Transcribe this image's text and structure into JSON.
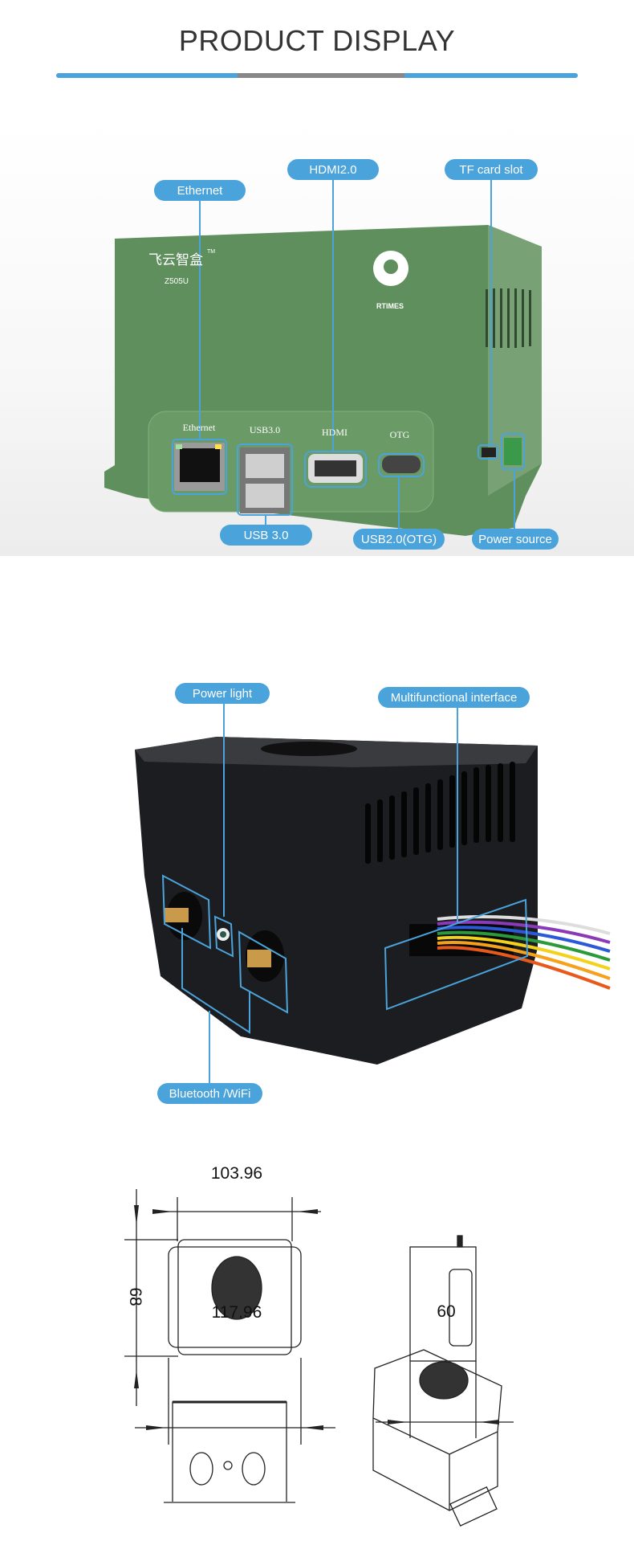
{
  "header": {
    "title": "PRODUCT DISPLAY"
  },
  "colors": {
    "accent": "#4aa3db",
    "divider_mid": "#888888",
    "case_green": "#5f8f5c",
    "case_black": "#1c1d20"
  },
  "section_front": {
    "device_brand_cn": "飞云智盒",
    "device_tm": "TM",
    "device_model": "Z505U",
    "logo_text": "RTIMES",
    "port_prints": [
      "Ethernet",
      "USB3.0",
      "HDMI",
      "OTG"
    ],
    "callouts": {
      "ethernet": "Ethernet",
      "hdmi": "HDMI2.0",
      "tf_card": "TF card slot",
      "usb3": "USB 3.0",
      "usb_otg": "USB2.0(OTG)",
      "power": "Power source"
    }
  },
  "section_rear": {
    "callouts": {
      "power_light": "Power light",
      "multifunctional": "Multifunctional interface",
      "bluetooth_wifi": "Bluetooth /WiFi"
    }
  },
  "drawings": {
    "dimensions": {
      "top_width": "103.96",
      "height": "68",
      "bottom_width": "117.96",
      "depth": "60"
    }
  }
}
